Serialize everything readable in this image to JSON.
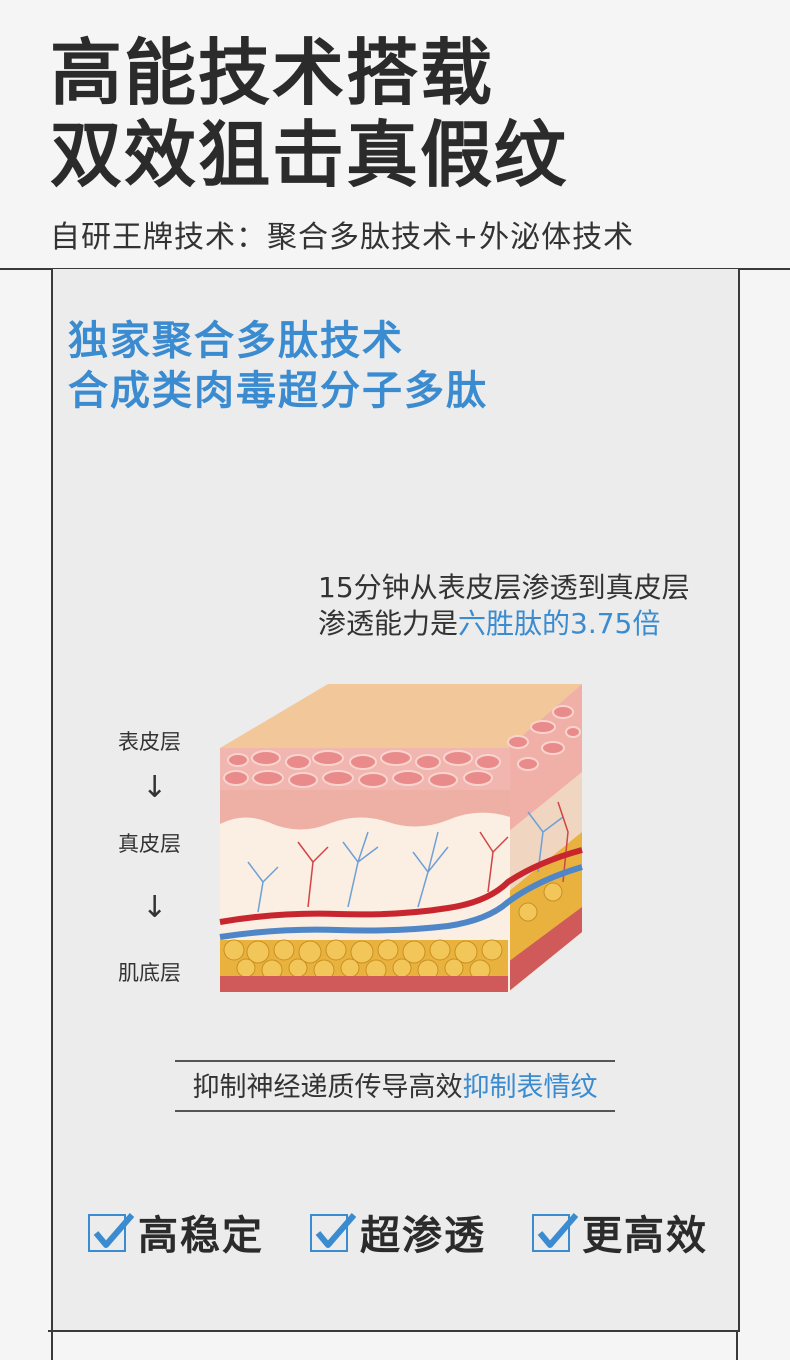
{
  "header": {
    "headline_line1": "高能技术搭载",
    "headline_line2": "双效狙击真假纹",
    "subline": "自研王牌技术：聚合多肽技术+外泌体技术"
  },
  "section": {
    "title_line1": "独家聚合多肽技术",
    "title_line2": "合成类肉毒超分子多肽",
    "penetration_line1": "15分钟从表皮层渗透到真皮层",
    "penetration_line2_prefix": "渗透能力是",
    "penetration_line2_highlight": "六胜肽的3.75倍",
    "accent_color": "#3a8bd0"
  },
  "skin_diagram": {
    "labels": [
      "表皮层",
      "真皮层",
      "肌底层"
    ],
    "arrow_glyph": "↓"
  },
  "mechanism": {
    "prefix": "抑制神经递质传导高效",
    "highlight": "抑制表情纹"
  },
  "features": [
    {
      "label": "高稳定",
      "icon": "checkbox-check-icon"
    },
    {
      "label": "超渗透",
      "icon": "checkbox-check-icon"
    },
    {
      "label": "更高效",
      "icon": "checkbox-check-icon"
    }
  ]
}
